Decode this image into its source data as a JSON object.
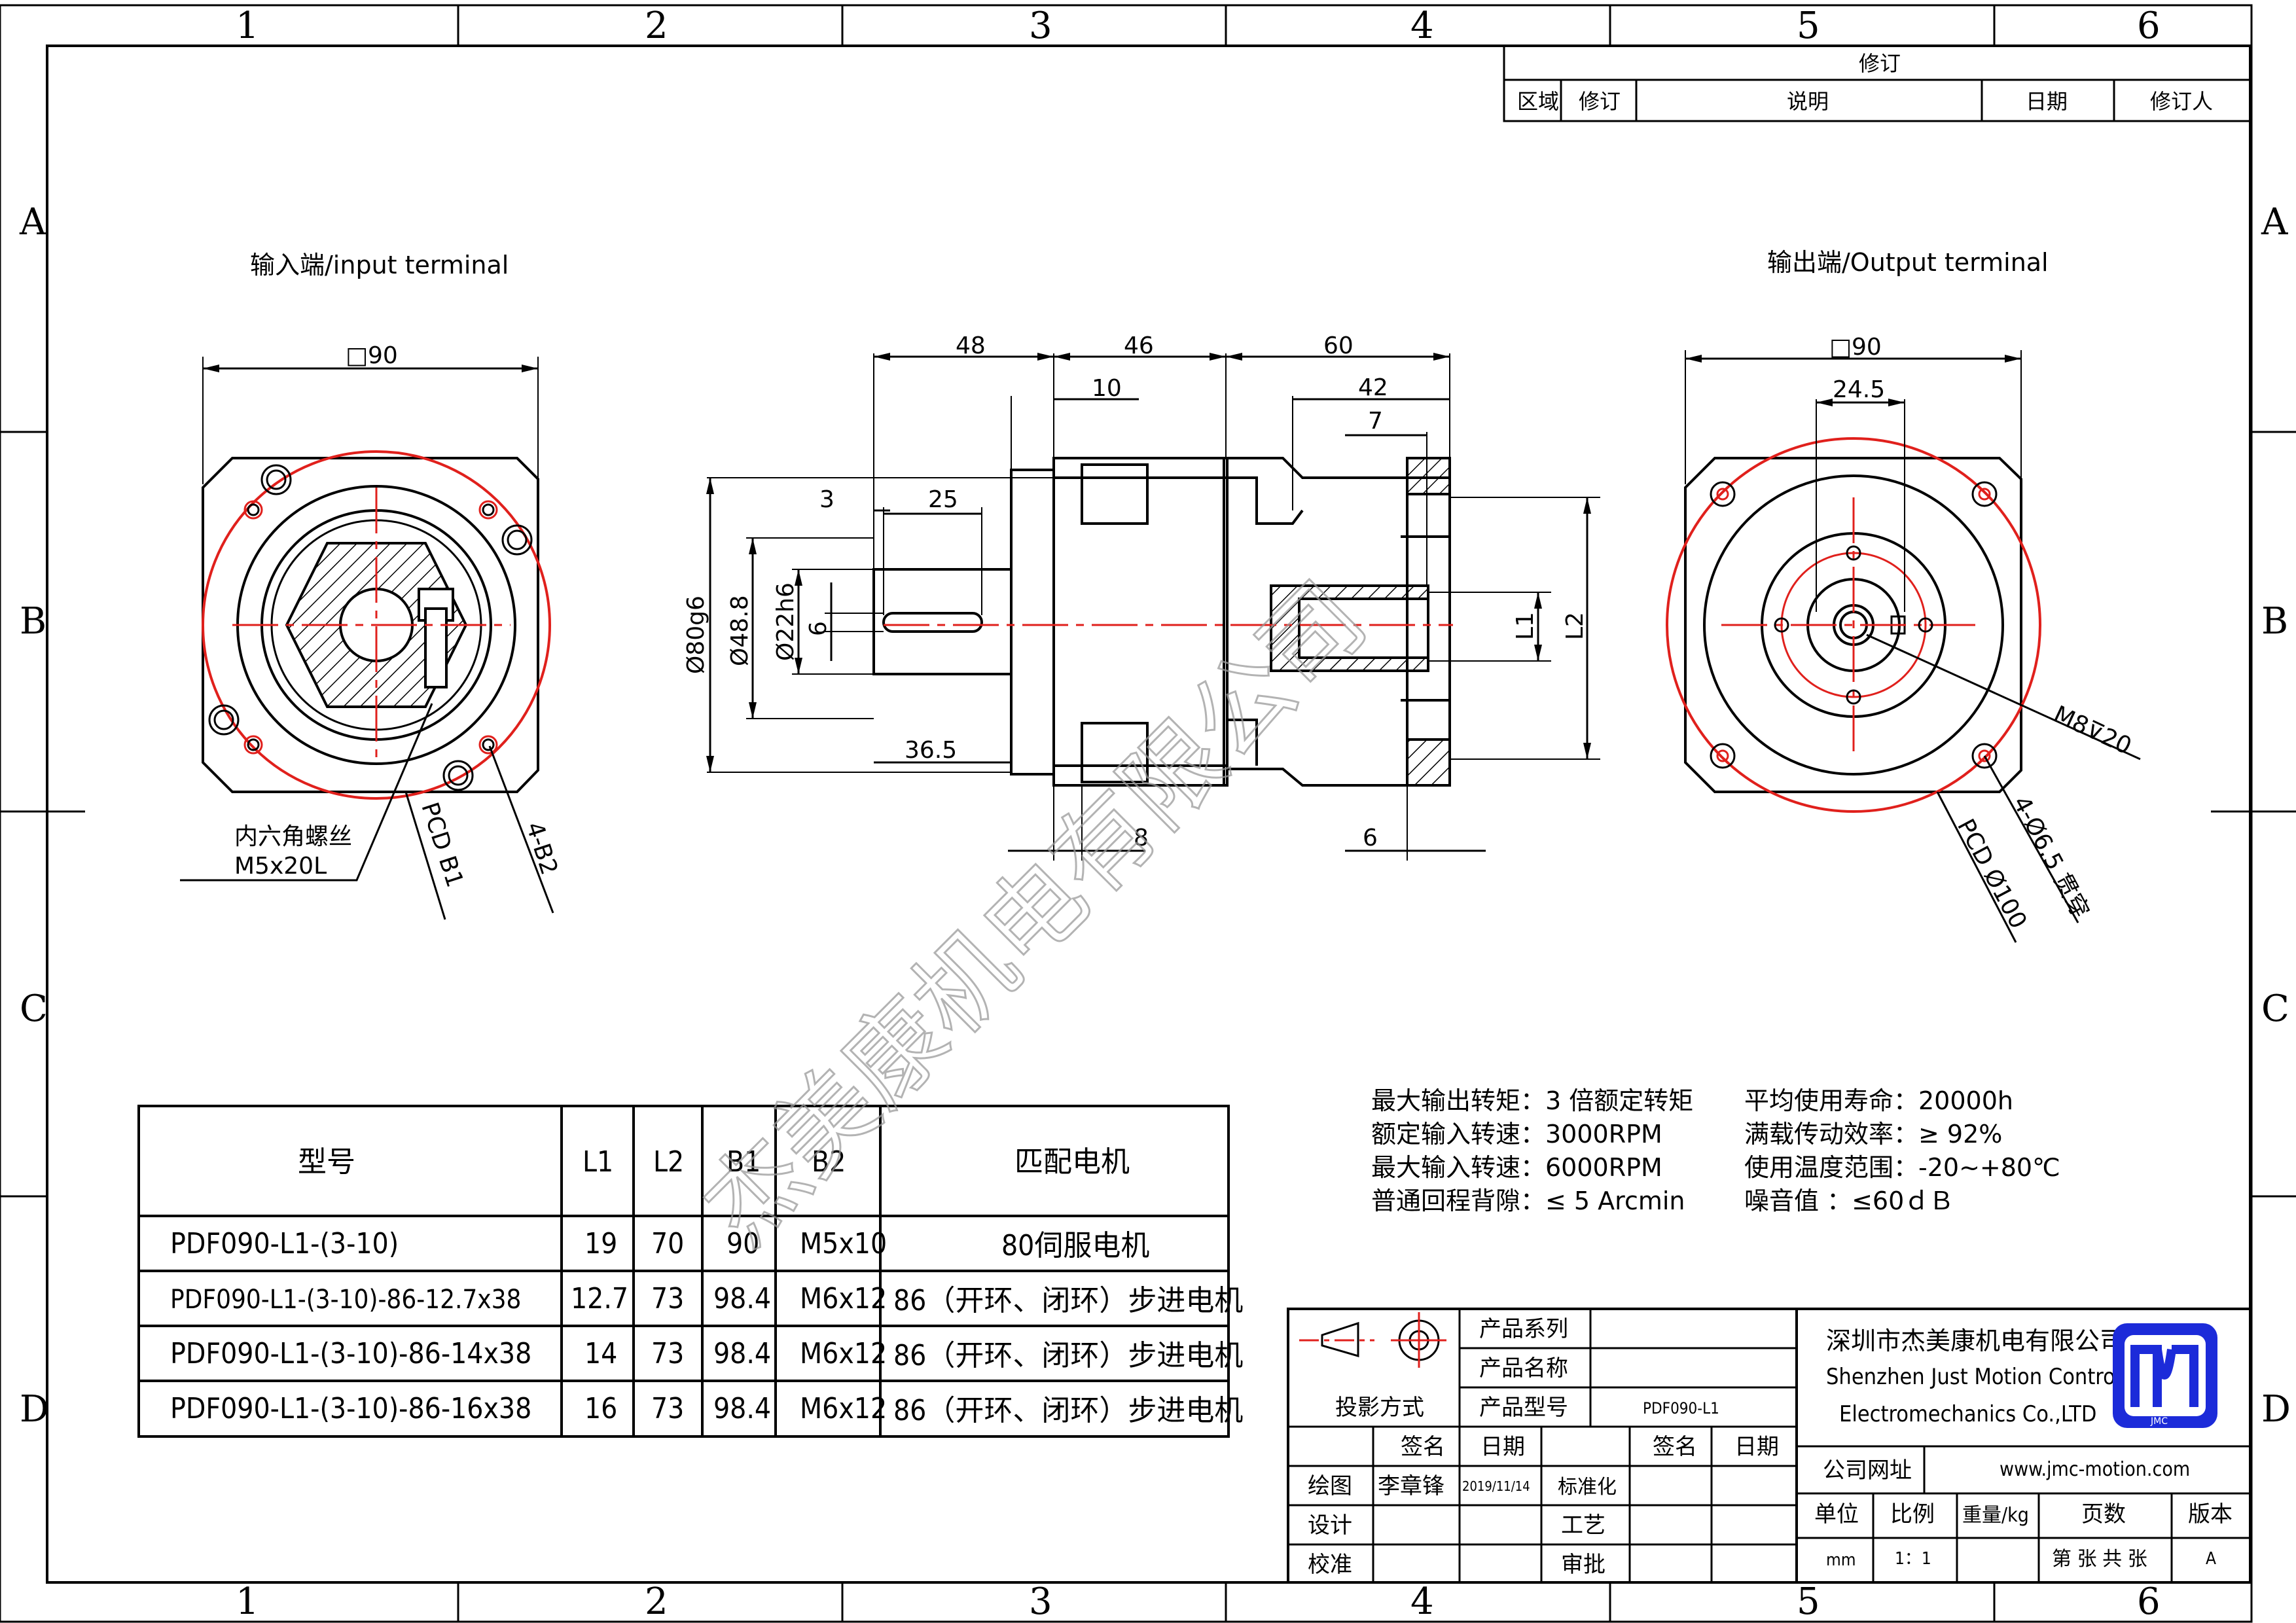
{
  "border_zones": {
    "cols": [
      "1",
      "2",
      "3",
      "4",
      "5",
      "6"
    ],
    "rows": [
      "A",
      "B",
      "C",
      "D"
    ]
  },
  "revision_block": {
    "title": "修订",
    "headers": [
      "区域",
      "修订",
      "说明",
      "日期",
      "修订人"
    ]
  },
  "views": {
    "input_label": "输入端/input terminal",
    "output_label": "输出端/Output terminal"
  },
  "input_view": {
    "square": "□90",
    "screw_label_line1": "内六角螺丝",
    "screw_label_line2": "M5x20L",
    "pcd": "PCD B1",
    "holes": "4-B2"
  },
  "side_view": {
    "dims": {
      "d48": "48",
      "d46": "46",
      "d60": "60",
      "d10": "10",
      "d42": "42",
      "d7": "7",
      "d3": "3",
      "d25": "25",
      "d36_5": "36.5",
      "d8": "8",
      "d6b": "6",
      "phi80": "Ø80g6",
      "phi48": "Ø48.8",
      "phi22": "Ø22h6",
      "key6": "6",
      "L1": "L1",
      "L2": "L2"
    }
  },
  "output_view": {
    "square": "□90",
    "d24_5": "24.5",
    "thread": "M8⊽20",
    "holes": "4-Ø6.5 贯穿",
    "pcd": "PCD Ø100"
  },
  "specs": {
    "left": [
      "最大输出转矩：3 倍额定转矩",
      "额定输入转速：3000RPM",
      "最大输入转速：6000RPM",
      "普通回程背隙：≤ 5 Arcmin"
    ],
    "right": [
      "平均使用寿命：20000h",
      "满载传动效率：≥   92%",
      "使用温度范围：-20~+80℃",
      "噪音值       ：≤60ｄＢ"
    ]
  },
  "model_table": {
    "headers": [
      "型号",
      "L1",
      "L2",
      "B1",
      "B2",
      "匹配电机"
    ],
    "rows": [
      [
        "PDF090-L1-(3-10)",
        "19",
        "70",
        "90",
        "M5x10",
        "80伺服电机"
      ],
      [
        "PDF090-L1-(3-10)-86-12.7x38",
        "12.7",
        "73",
        "98.4",
        "M6x12",
        "86（开环、闭环）步进电机"
      ],
      [
        "PDF090-L1-(3-10)-86-14x38",
        "14",
        "73",
        "98.4",
        "M6x12",
        "86（开环、闭环）步进电机"
      ],
      [
        "PDF090-L1-(3-10)-86-16x38",
        "16",
        "73",
        "98.4",
        "M6x12",
        "86（开环、闭环）步进电机"
      ]
    ]
  },
  "title_block": {
    "product_series": "产品系列",
    "product_name": "产品名称",
    "product_model": "产品型号",
    "model_value": "PDF090-L1",
    "projection": "投影方式",
    "sign": "签名",
    "date": "日期",
    "sign2": "签名",
    "date2": "日期",
    "draw": "绘图",
    "drawer": "李章锋",
    "draw_date": "2019/11/14",
    "standard": "标准化",
    "design": "设计",
    "process": "工艺",
    "check": "校准",
    "approve": "审批",
    "company_cn": "深圳市杰美康机电有限公司",
    "company_en1": "Shenzhen Just Motion Control",
    "company_en2": "Electromechanics Co.,LTD",
    "website_label": "公司网址",
    "website": "www.jmc-motion.com",
    "unit_label": "单位",
    "scale_label": "比例",
    "weight_label": "重量/kg",
    "pages_label": "页数",
    "version_label": "版本",
    "unit": "mm",
    "scale": "1：1",
    "pages": "第 张 共 张",
    "version": "A",
    "logo_text": "JMC"
  },
  "watermark": "杰美康机电有限公司",
  "colors": {
    "red": "#e0201c",
    "logo_blue": "#1c2bd9"
  }
}
